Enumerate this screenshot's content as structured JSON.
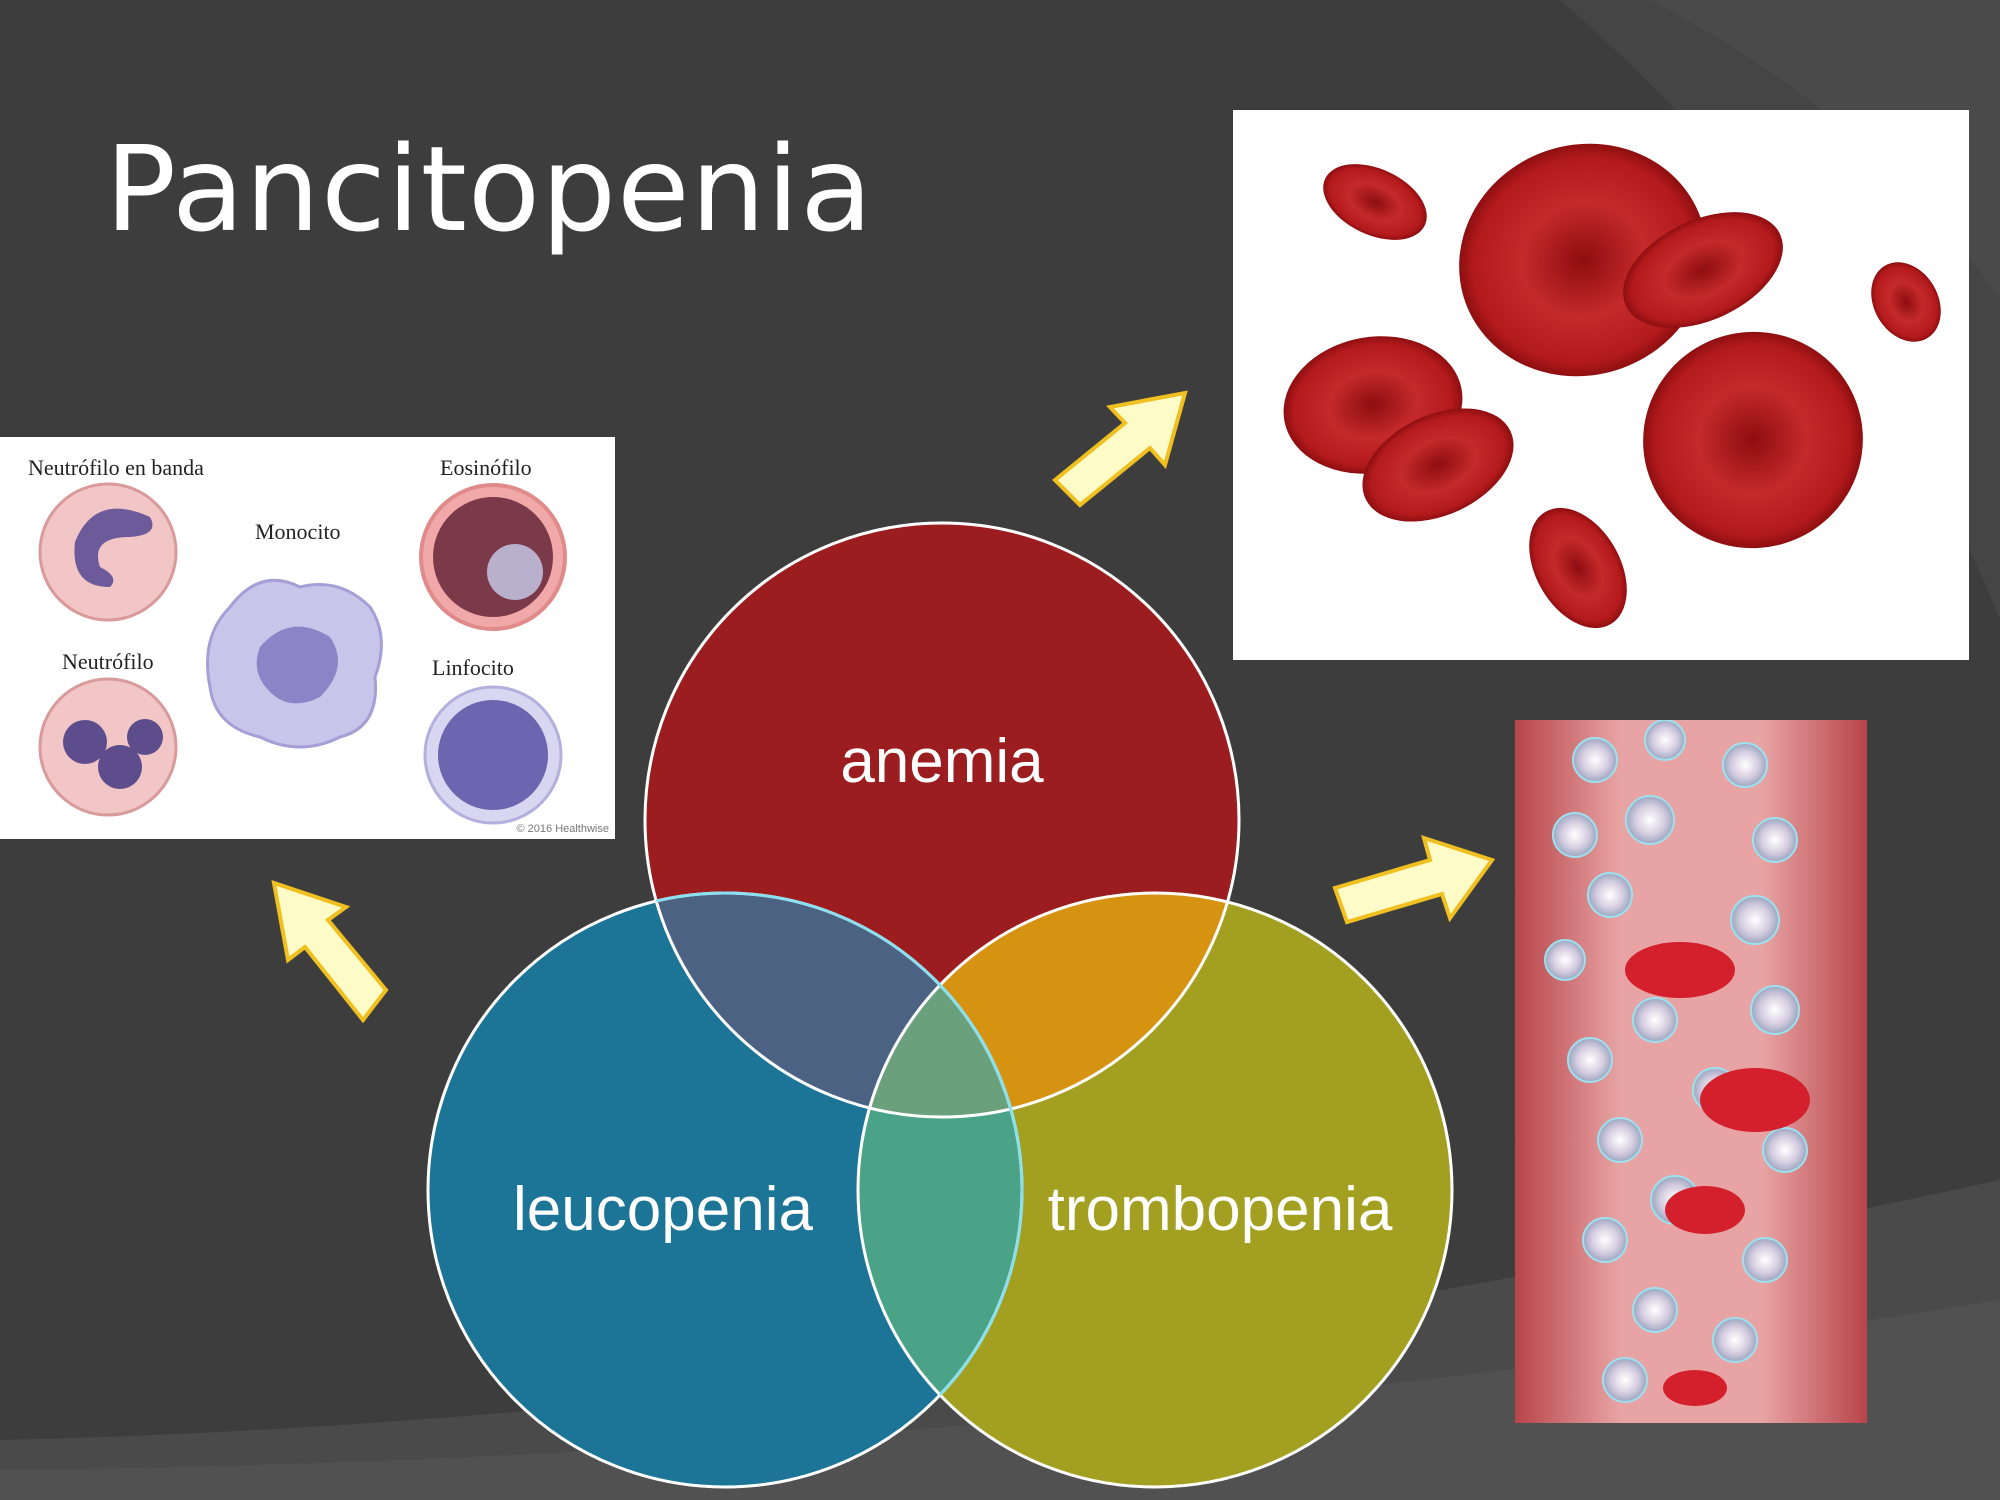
{
  "slide": {
    "title": "Pancitopenia"
  },
  "wbc_panel": {
    "labels": {
      "band_neutrophil": "Neutrófilo en banda",
      "monocyte": "Monocito",
      "eosinophil": "Eosinófilo",
      "neutrophil": "Neutrófilo",
      "lymphocyte": "Linfocito"
    },
    "credit": "© 2016 Healthwise"
  },
  "venn": {
    "circles": [
      {
        "label": "anemia",
        "color": "#9b1d1f"
      },
      {
        "label": "leucopenia",
        "color": "#1c7596"
      },
      {
        "label": "trombopenia",
        "color": "#a3a021"
      }
    ],
    "overlap_colors": {
      "anemia_leucopenia": "#4b6282",
      "anemia_trombopenia": "#d69211",
      "leucopenia_trombopenia": "#4aa386",
      "center": "#6aa07b"
    }
  },
  "colors": {
    "background": "#3d3d3d",
    "arrow_fill": "#fdfbc7",
    "arrow_stroke": "#f0c020",
    "title": "#ffffff"
  }
}
